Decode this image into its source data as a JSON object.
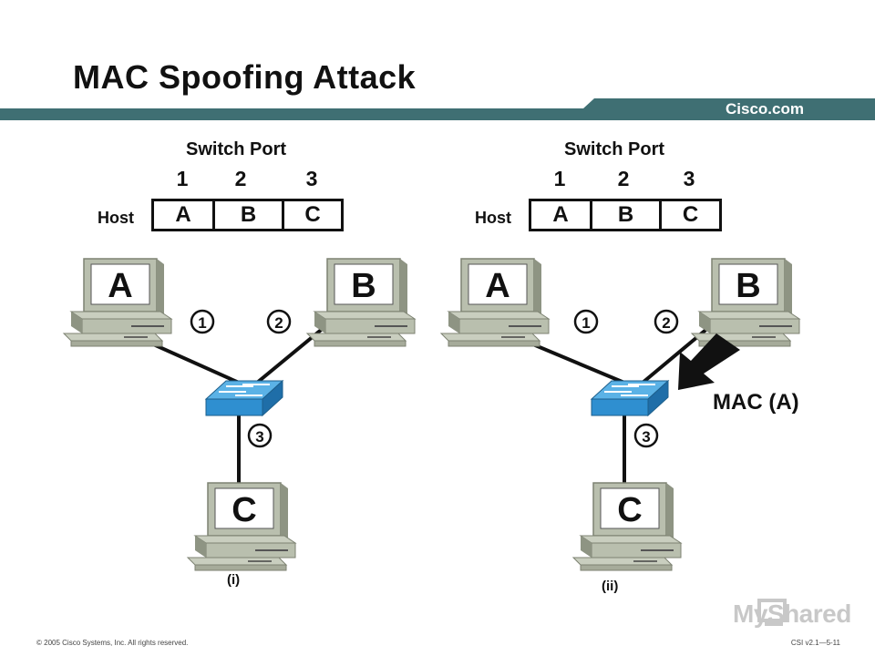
{
  "slide": {
    "title": "MAC Spoofing Attack",
    "brand": "Cisco.com",
    "footer_left": "© 2005 Cisco Systems, Inc. All rights reserved.",
    "footer_right": "CSI v2.1—5-11",
    "logo_text": "MyShared"
  },
  "panels": [
    {
      "switch_port_label": "Switch Port",
      "ports": [
        "1",
        "2",
        "3"
      ],
      "host_label": "Host",
      "hosts": [
        "A",
        "B",
        "C"
      ],
      "computers": [
        "A",
        "B",
        "C"
      ],
      "link_numbers": [
        "1",
        "2",
        "3"
      ],
      "caption": "(i)"
    },
    {
      "switch_port_label": "Switch Port",
      "ports": [
        "1",
        "2",
        "3"
      ],
      "host_label": "Host",
      "hosts": [
        "A",
        "B",
        "C"
      ],
      "computers": [
        "A",
        "B",
        "C"
      ],
      "link_numbers": [
        "1",
        "2",
        "3"
      ],
      "caption": "(ii)",
      "annotation": "MAC (A)"
    }
  ],
  "colors": {
    "banner": "#3f6f73",
    "switch_blue": "#2f8fd0",
    "computer_gray": "#b9bfae",
    "line": "#111111"
  }
}
